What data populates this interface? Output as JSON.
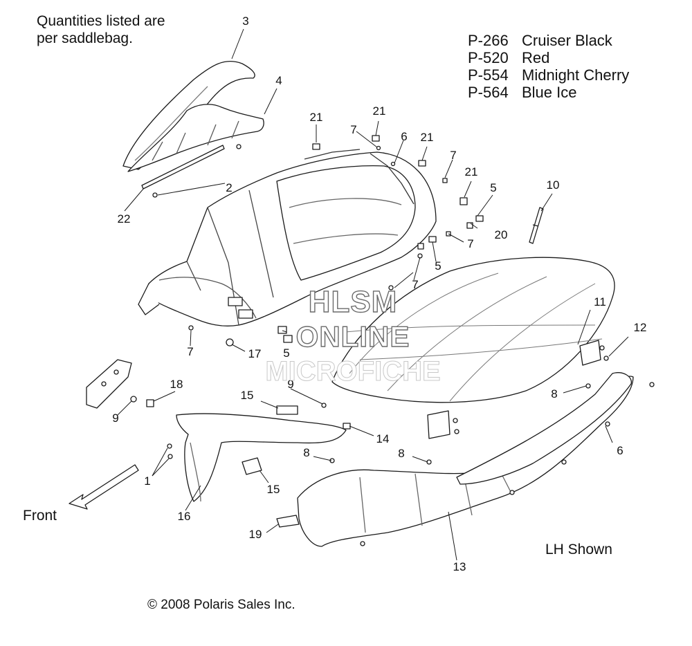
{
  "note": [
    "Quantities listed are",
    "per saddlebag."
  ],
  "color_codes": [
    {
      "code": "P-266",
      "name": "Cruiser Black"
    },
    {
      "code": "P-520",
      "name": "Red"
    },
    {
      "code": "P-554",
      "name": "Midnight Cherry"
    },
    {
      "code": "P-564",
      "name": "Blue Ice"
    }
  ],
  "callouts": [
    "3",
    "4",
    "21",
    "21",
    "7",
    "6",
    "21",
    "7",
    "21",
    "5",
    "10",
    "2",
    "22",
    "20",
    "7",
    "5",
    "7",
    "11",
    "12",
    "7",
    "17",
    "5",
    "18",
    "9",
    "15",
    "9",
    "8",
    "14",
    "1",
    "15",
    "8",
    "8",
    "6",
    "16",
    "19",
    "13"
  ],
  "front_label": "Front",
  "view_label": "LH Shown",
  "copyright": "© 2008 Polaris Sales Inc.",
  "watermark": [
    "HLSM",
    "ONLINE",
    "MICROFICHE"
  ],
  "colors": {
    "line": "#1a1a1a",
    "fill": "#ffffff",
    "shade": "#d9d9d9",
    "watermark_outline": "#6b6b6b"
  }
}
